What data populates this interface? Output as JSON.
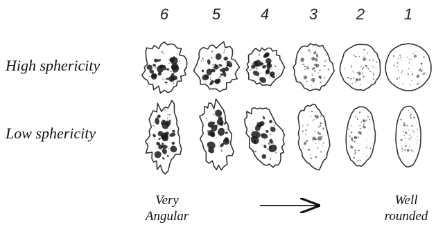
{
  "roundness_classes": [
    {
      "label": "6"
    },
    {
      "label": "5"
    },
    {
      "label": "4"
    },
    {
      "label": "3"
    },
    {
      "label": "2"
    },
    {
      "label": "1"
    }
  ],
  "rows": [
    {
      "label": "High sphericity"
    },
    {
      "label": "Low sphericity"
    }
  ],
  "scale": {
    "left_line1": "Very",
    "left_line2": "Angular",
    "right_line1": "Well",
    "right_line2": "rounded"
  },
  "colors": {
    "outline": "#333333",
    "fill": "#ffffff",
    "texture": "#1a1a1a"
  }
}
